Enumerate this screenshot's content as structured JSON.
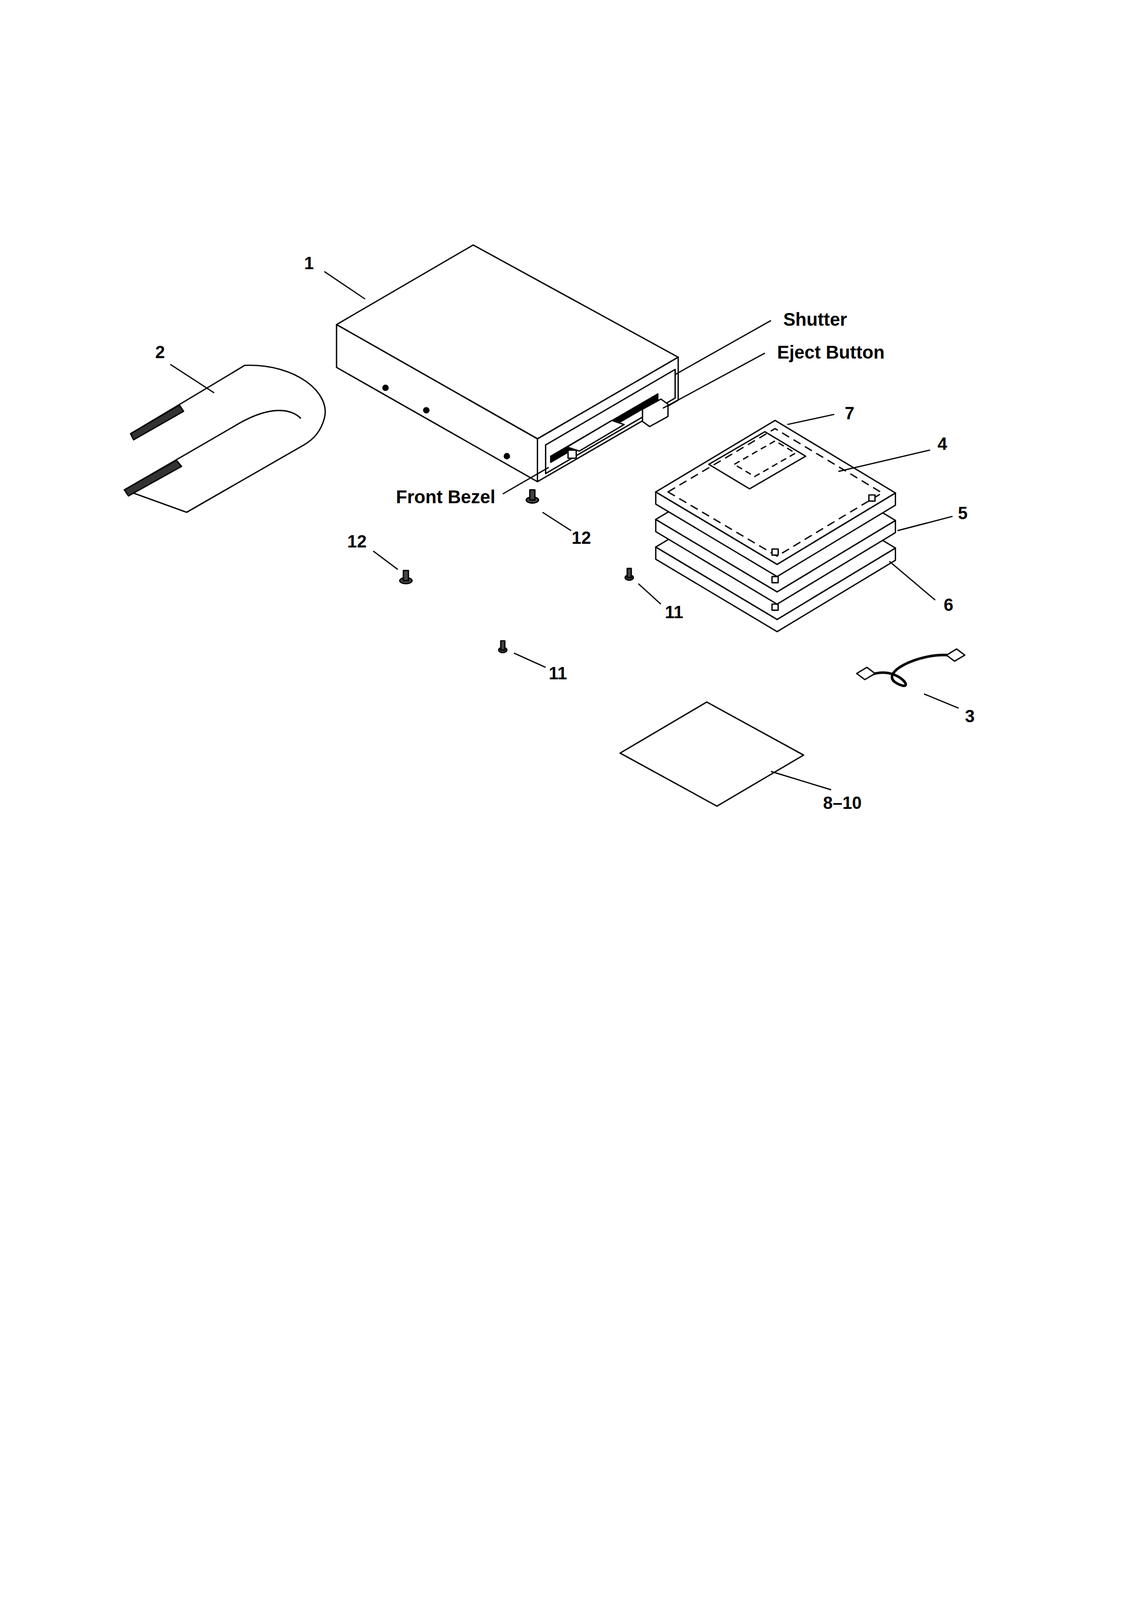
{
  "diagram": {
    "labels": [
      "1",
      "2",
      "Shutter",
      "Eject Button",
      "7",
      "4",
      "Front Bezel",
      "12",
      "12",
      "5",
      "11",
      "6",
      "11",
      "3",
      "8–10"
    ]
  }
}
